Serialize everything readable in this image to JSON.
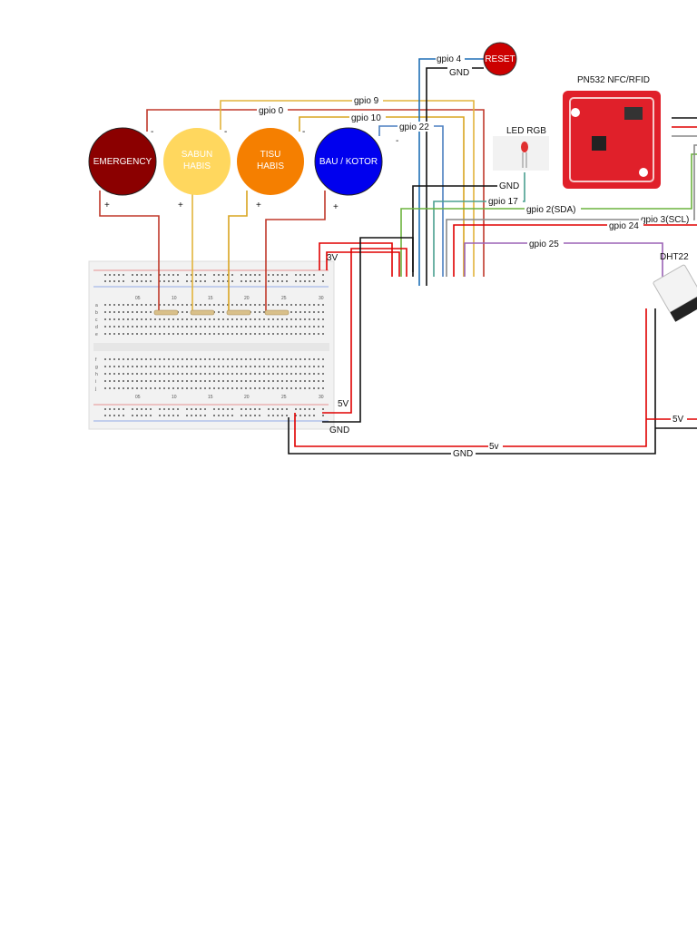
{
  "buttons": {
    "emergency": "EMERGENCY",
    "sabun_line1": "SABUN",
    "sabun_line2": "HABIS",
    "tisu_line1": "TISU",
    "tisu_line2": "HABIS",
    "bau": "BAU / KOTOR",
    "reset": "RESET",
    "minus": "-",
    "plus": "+"
  },
  "modules": {
    "led": "LED RGB",
    "nfc": "PN532 NFC/RFID",
    "dht": "DHT22"
  },
  "wires": {
    "gpio4": "gpio 4",
    "gnd": "GND",
    "gpio9": "gpio 9",
    "gpio0": "gpio 0",
    "gpio10": "gpio 10",
    "gpio22": "gpio 22",
    "gpio17": "gpio 17",
    "gpio2": "gpio 2(SDA)",
    "gpio3": "gpio 3(SCL)",
    "gpio24": "gpio 24",
    "gpio25": "gpio 25",
    "v3": "3V",
    "v5": "5V",
    "v5_lower": "5v"
  },
  "breadboard": {
    "cols": [
      "05",
      "10",
      "15",
      "20",
      "25",
      "30"
    ],
    "rows_top": [
      "a",
      "b",
      "c",
      "d",
      "e"
    ],
    "rows_bottom": [
      "f",
      "g",
      "h",
      "i",
      "j"
    ]
  },
  "colors": {
    "emergency": "#8b0000",
    "sabun": "#ffd75e",
    "tisu": "#f57f00",
    "bau": "#0000ee",
    "reset": "#cc0000",
    "nfc_board": "#e0202a",
    "wire_red": "#e00000",
    "wire_black": "#111111",
    "wire_green": "#6cb33e",
    "wire_purple": "#9b62b5",
    "wire_blue": "#1e6fb5",
    "wire_yellow": "#d9a520"
  }
}
